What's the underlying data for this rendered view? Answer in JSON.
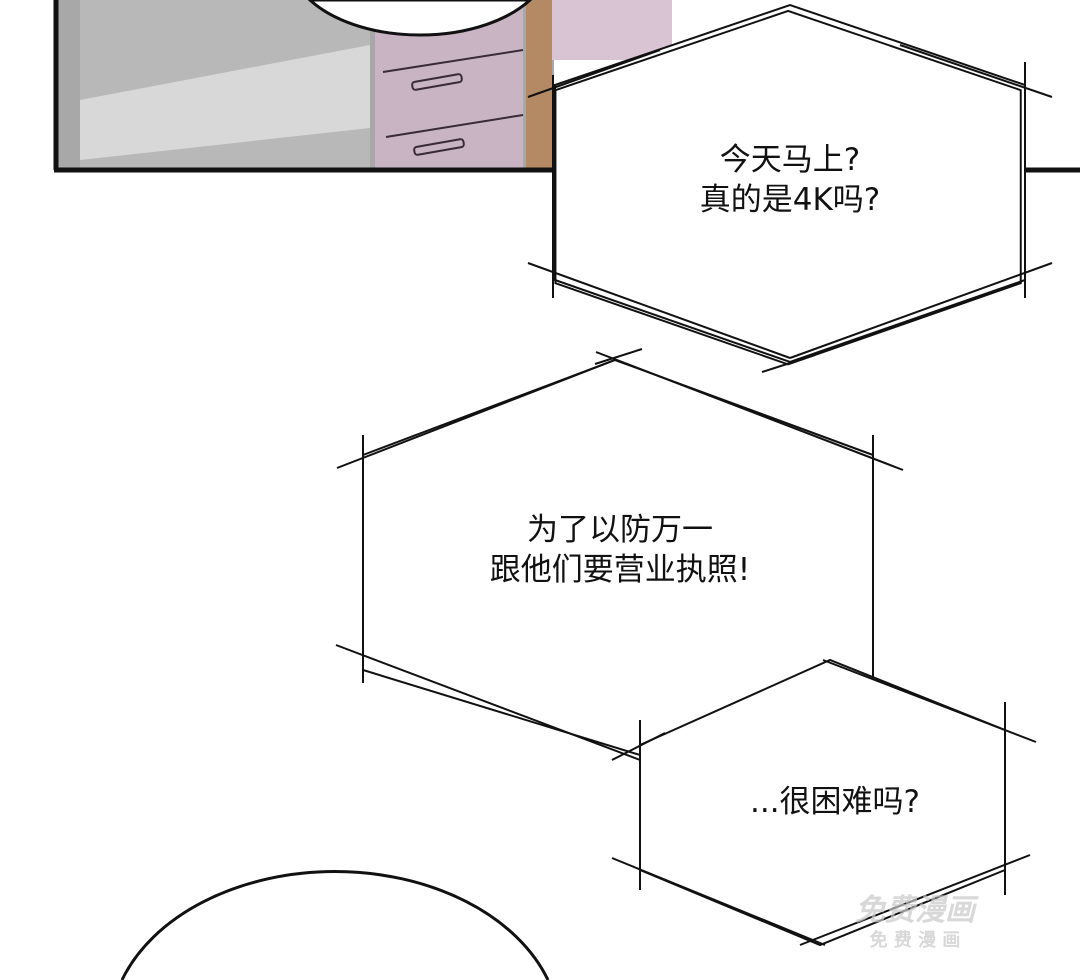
{
  "bubbles": [
    {
      "lines": [
        "今天马上?",
        "真的是4K吗?"
      ]
    },
    {
      "lines": [
        "为了以防万一",
        "跟他们要营业执照!"
      ]
    },
    {
      "lines": [
        "...很困难吗?"
      ]
    }
  ],
  "watermark": {
    "line1": "免费漫画",
    "line2": "免 费 漫 画"
  },
  "colors": {
    "panel_border": "#111111",
    "drawer": "#c9b4c4",
    "wall": "#b9b9b9"
  }
}
